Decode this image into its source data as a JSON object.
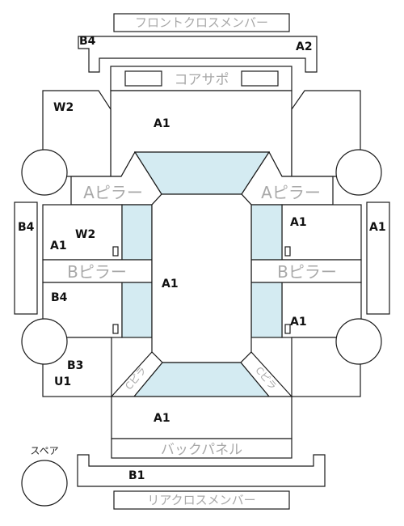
{
  "labels": {
    "front_cross_member": "フロントクロスメンバー",
    "core_support": "コアサポ",
    "a_pillar_left": "Aピラー",
    "a_pillar_right": "Aピラー",
    "b_pillar_left": "Bピラー",
    "b_pillar_right": "Bピラー",
    "c_pillar_left": "Cピラ",
    "c_pillar_right": "Cピラ",
    "back_panel": "バックパネル",
    "rear_cross_member": "リアクロスメンバー",
    "spare": "スペア"
  },
  "codes": {
    "front_cross_right": "A2",
    "front_cross_left": "B4",
    "front_left_fender": "W2",
    "hood": "A1",
    "left_side_sill": "B4",
    "right_side_sill": "A1",
    "front_left_door_a": "A1",
    "front_left_door_w": "W2",
    "front_right_door": "A1",
    "roof": "A1",
    "rear_left_door": "B4",
    "rear_right_door": "A1",
    "rear_left_fender_b": "B3",
    "rear_left_fender_u": "U1",
    "trunk": "A1",
    "rear_cross": "B1"
  },
  "colors": {
    "outline": "#1a1a1a",
    "glass": "#d4ebf2",
    "label_gray": "#a8a8a8",
    "background": "#ffffff"
  }
}
